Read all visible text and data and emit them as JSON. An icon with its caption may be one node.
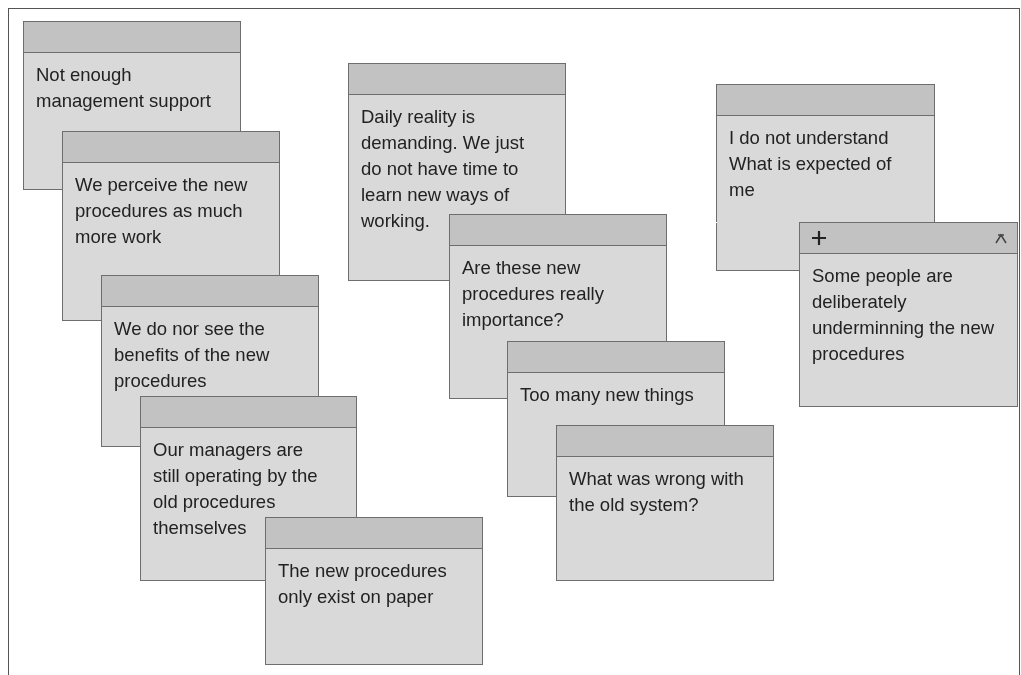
{
  "diagram": {
    "nodes": [
      {
        "text": [
          "Not enough management support"
        ]
      },
      {
        "text": [
          "We perceive the new procedures as much more work"
        ]
      },
      {
        "text": [
          "We do nor see the benefits of the new procedures"
        ]
      },
      {
        "text": [
          "Our managers are still operating by the old procedures themselves"
        ]
      },
      {
        "text": [
          "The new procedures only exist on paper"
        ]
      },
      {
        "text": [
          "Daily reality is demanding. We just do not have time to learn new ways of working."
        ]
      },
      {
        "text": [
          "Are these new procedures really importance?"
        ]
      },
      {
        "text": [
          "Too many new things"
        ]
      },
      {
        "text": [
          "What was wrong with the old system?"
        ]
      },
      {
        "text": [
          "I do not understand What is expected of me"
        ]
      },
      {
        "text": [
          "Some people are deliberately underminning the new procedures"
        ]
      }
    ]
  }
}
